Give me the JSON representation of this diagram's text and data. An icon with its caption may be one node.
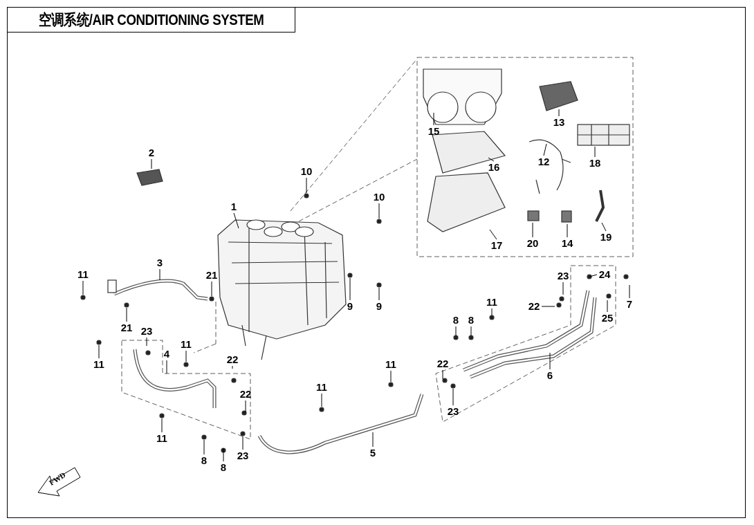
{
  "diagram": {
    "title": "空调系统/AIR CONDITIONING SYSTEM",
    "nodes": [
      {
        "text": [
          "1"
        ]
      },
      {
        "text": [
          "2"
        ]
      },
      {
        "text": [
          "3"
        ]
      },
      {
        "text": [
          "4"
        ]
      },
      {
        "text": [
          "5"
        ]
      },
      {
        "text": [
          "6"
        ]
      },
      {
        "text": [
          "7"
        ]
      },
      {
        "text": [
          "8"
        ]
      },
      {
        "text": [
          "8"
        ]
      },
      {
        "text": [
          "8"
        ]
      },
      {
        "text": [
          "8"
        ]
      },
      {
        "text": [
          "9"
        ]
      },
      {
        "text": [
          "9"
        ]
      },
      {
        "text": [
          "10"
        ]
      },
      {
        "text": [
          "10"
        ]
      },
      {
        "text": [
          "11"
        ]
      },
      {
        "text": [
          "11"
        ]
      },
      {
        "text": [
          "11"
        ]
      },
      {
        "text": [
          "11"
        ]
      },
      {
        "text": [
          "11"
        ]
      },
      {
        "text": [
          "11"
        ]
      },
      {
        "text": [
          "11"
        ]
      },
      {
        "text": [
          "12"
        ]
      },
      {
        "text": [
          "13"
        ]
      },
      {
        "text": [
          "14"
        ]
      },
      {
        "text": [
          "15"
        ]
      },
      {
        "text": [
          "16"
        ]
      },
      {
        "text": [
          "17"
        ]
      },
      {
        "text": [
          "18"
        ]
      },
      {
        "text": [
          "19"
        ]
      },
      {
        "text": [
          "20"
        ]
      },
      {
        "text": [
          "21"
        ]
      },
      {
        "text": [
          "21"
        ]
      },
      {
        "text": [
          "22"
        ]
      },
      {
        "text": [
          "22"
        ]
      },
      {
        "text": [
          "22"
        ]
      },
      {
        "text": [
          "22"
        ]
      },
      {
        "text": [
          "23"
        ]
      },
      {
        "text": [
          "23"
        ]
      },
      {
        "text": [
          "23"
        ]
      },
      {
        "text": [
          "23"
        ]
      },
      {
        "text": [
          "24"
        ]
      },
      {
        "text": [
          "25"
        ]
      }
    ],
    "edges": [
      {
        "from": 0,
        "to": null,
        "arrow": "none"
      },
      {
        "from": 1,
        "to": null,
        "arrow": "none"
      },
      {
        "from": 2,
        "to": null,
        "arrow": "none"
      },
      {
        "from": 3,
        "to": null,
        "arrow": "none"
      },
      {
        "from": 4,
        "to": null,
        "arrow": "none"
      },
      {
        "from": 5,
        "to": null,
        "arrow": "none"
      },
      {
        "from": 6,
        "to": null,
        "arrow": "none"
      },
      {
        "from": 7,
        "to": null,
        "arrow": "none"
      },
      {
        "from": 8,
        "to": null,
        "arrow": "none"
      },
      {
        "from": 9,
        "to": null,
        "arrow": "none"
      },
      {
        "from": 10,
        "to": null,
        "arrow": "none"
      },
      {
        "from": 11,
        "to": null,
        "arrow": "none"
      },
      {
        "from": 12,
        "to": null,
        "arrow": "none"
      },
      {
        "from": 13,
        "to": null,
        "arrow": "none"
      },
      {
        "from": 14,
        "to": null,
        "arrow": "none"
      },
      {
        "from": 15,
        "to": null,
        "arrow": "none"
      },
      {
        "from": 16,
        "to": null,
        "arrow": "none"
      },
      {
        "from": 17,
        "to": null,
        "arrow": "none"
      },
      {
        "from": 18,
        "to": null,
        "arrow": "none"
      },
      {
        "from": 19,
        "to": null,
        "arrow": "none"
      },
      {
        "from": 20,
        "to": null,
        "arrow": "none"
      },
      {
        "from": 21,
        "to": null,
        "arrow": "none"
      },
      {
        "from": 22,
        "to": null,
        "arrow": "none"
      },
      {
        "from": 23,
        "to": null,
        "arrow": "none"
      },
      {
        "from": 24,
        "to": null,
        "arrow": "none"
      },
      {
        "from": 25,
        "to": null,
        "arrow": "none"
      },
      {
        "from": 26,
        "to": null,
        "arrow": "none"
      },
      {
        "from": 27,
        "to": null,
        "arrow": "none"
      },
      {
        "from": 28,
        "to": null,
        "arrow": "none"
      },
      {
        "from": 29,
        "to": null,
        "arrow": "none"
      },
      {
        "from": 30,
        "to": null,
        "arrow": "none"
      },
      {
        "from": 31,
        "to": null,
        "arrow": "none"
      },
      {
        "from": 32,
        "to": null,
        "arrow": "none"
      },
      {
        "from": 33,
        "to": null,
        "arrow": "none"
      },
      {
        "from": 34,
        "to": null,
        "arrow": "none"
      },
      {
        "from": 35,
        "to": null,
        "arrow": "none"
      },
      {
        "from": 36,
        "to": null,
        "arrow": "none"
      },
      {
        "from": 37,
        "to": null,
        "arrow": "none"
      },
      {
        "from": 38,
        "to": null,
        "arrow": "none"
      },
      {
        "from": 39,
        "to": null,
        "arrow": "none"
      },
      {
        "from": 40,
        "to": null,
        "arrow": "none"
      },
      {
        "from": 41,
        "to": null,
        "arrow": "none"
      },
      {
        "from": 42,
        "to": null,
        "arrow": "none"
      }
    ],
    "labels": [
      "FWD"
    ]
  }
}
